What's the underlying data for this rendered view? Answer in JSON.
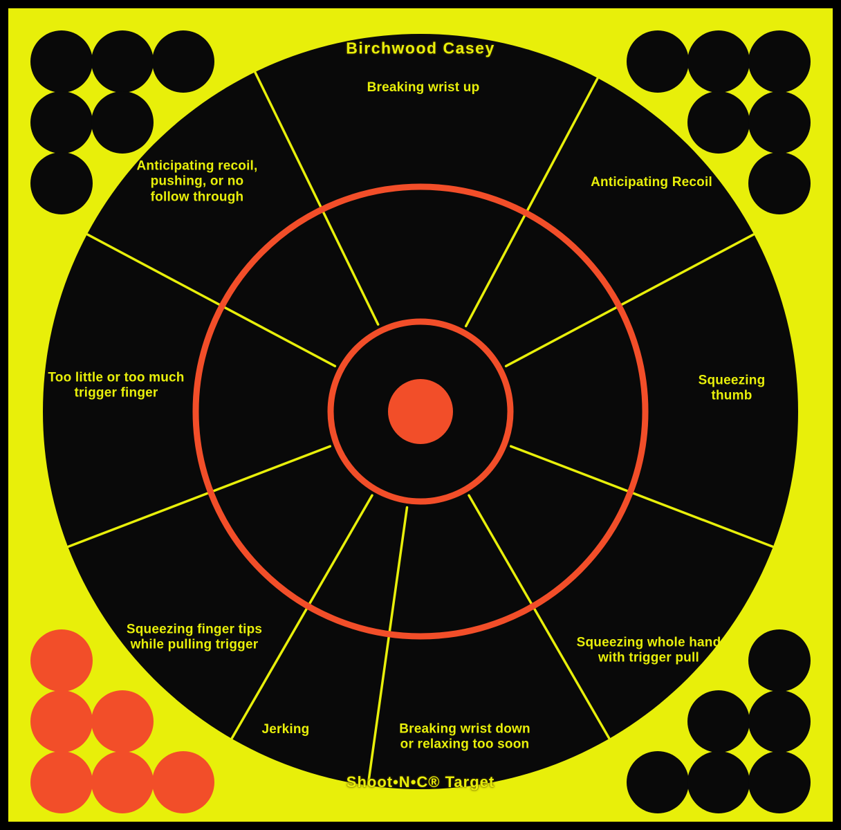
{
  "colors": {
    "background": "#e8ef0a",
    "yellow": "#e8ef0a",
    "black": "#090909",
    "orange": "#f24e29"
  },
  "brand": {
    "title": "Birchwood Casey",
    "product": "Shoot•N•C® Target"
  },
  "sectors": [
    {
      "label": "Breaking wrist up"
    },
    {
      "label": "Anticipating Recoil"
    },
    {
      "label": "Squeezing thumb"
    },
    {
      "label": "Squeezing whole hand\nwith trigger pull"
    },
    {
      "label": "Breaking wrist down\nor relaxing too soon"
    },
    {
      "label": "Jerking"
    },
    {
      "label": "Squeezing finger tips\nwhile pulling trigger"
    },
    {
      "label": "Too little or too much\ntrigger finger"
    },
    {
      "label": "Anticipating recoil,\npushing, or no\nfollow through"
    }
  ],
  "pasters": {
    "top_left_black_count": 6,
    "top_right_black_count": 6,
    "bottom_left_orange_count": 6,
    "bottom_right_black_count": 6
  }
}
